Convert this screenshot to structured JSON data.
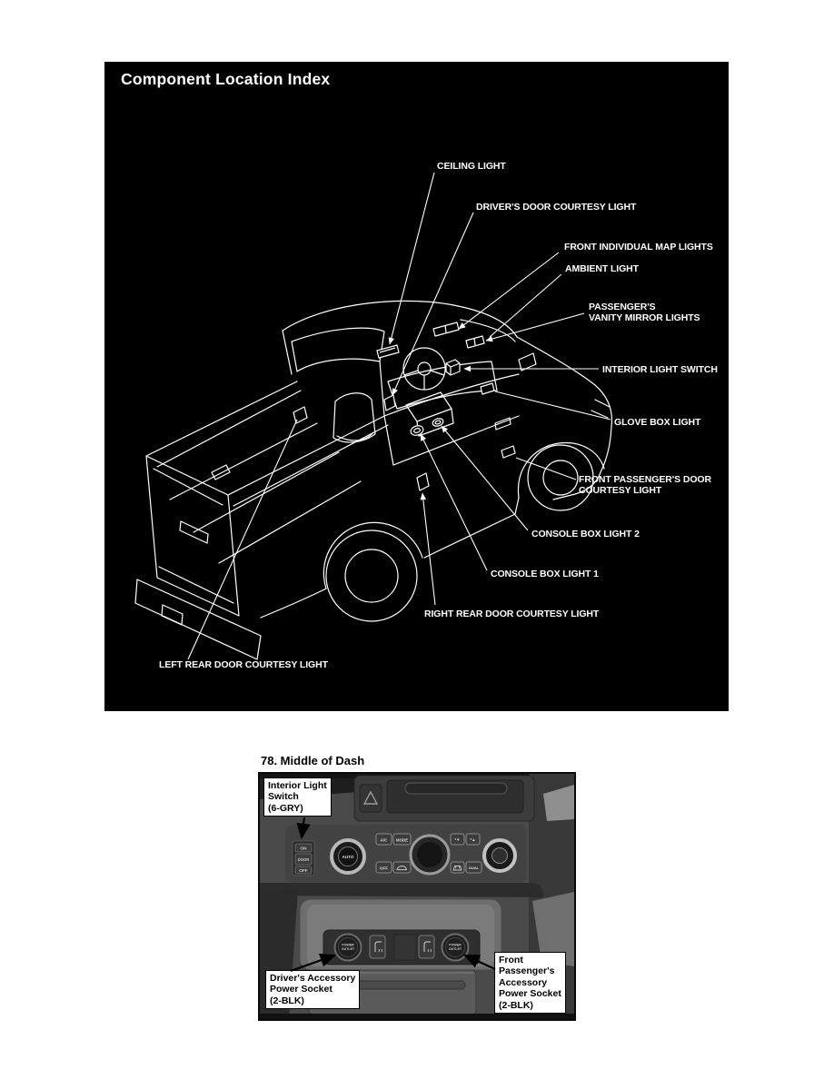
{
  "diagram": {
    "title": "Component Location Index",
    "colors": {
      "background": "#000000",
      "line_art": "#ffffff"
    },
    "labels": {
      "ceiling_light": "CEILING LIGHT",
      "drivers_door_courtesy_light": "DRIVER'S DOOR COURTESY LIGHT",
      "front_individual_map_lights": "FRONT INDIVIDUAL MAP LIGHTS",
      "ambient_light": "AMBIENT LIGHT",
      "passengers_vanity_line1": "PASSENGER'S",
      "passengers_vanity_line2": "VANITY MIRROR LIGHTS",
      "interior_light_switch": "INTERIOR LIGHT SWITCH",
      "glove_box_light": "GLOVE BOX LIGHT",
      "front_passengers_door_line1": "FRONT PASSENGER'S DOOR",
      "front_passengers_door_line2": "COURTESY LIGHT",
      "console_box_light_2": "CONSOLE BOX LIGHT 2",
      "console_box_light_1": "CONSOLE BOX LIGHT 1",
      "right_rear_door_courtesy_light": "RIGHT REAR DOOR COURTESY LIGHT",
      "left_rear_door_courtesy_light": "LEFT REAR DOOR COURTESY LIGHT"
    }
  },
  "figure": {
    "heading": "78. Middle of Dash",
    "callouts": {
      "interior_light_switch": {
        "line1": "Interior Light",
        "line2": "Switch",
        "line3": "(6-GRY)"
      },
      "drivers_power_socket": {
        "line1": "Driver's Accessory",
        "line2": "Power Socket",
        "line3": "(2-BLK)"
      },
      "front_passengers_power_socket": {
        "line1": "Front",
        "line2": "Passenger's",
        "line3": "Accessory",
        "line4": "Power Socket",
        "line5": "(2-BLK)"
      }
    },
    "controls": {
      "light_switch_on": "ON",
      "light_switch_door": "DOOR",
      "light_switch_off": "OFF",
      "auto_knob": "AUTO",
      "ac_button": "A/C",
      "mode_button": "MODE",
      "off_button": "OFF",
      "dual_button": "DUAL",
      "fan_down_glyph": "*▼",
      "fan_up_glyph": "*▲",
      "power_outlet_line1": "POWER",
      "power_outlet_line2": "OUTLET"
    },
    "icons": {
      "hazard": "warning-triangle-icon",
      "recirculation": "recirculation-icon",
      "defrost": "defrost-icon",
      "seat_heater": "seat-heater-icon"
    }
  }
}
